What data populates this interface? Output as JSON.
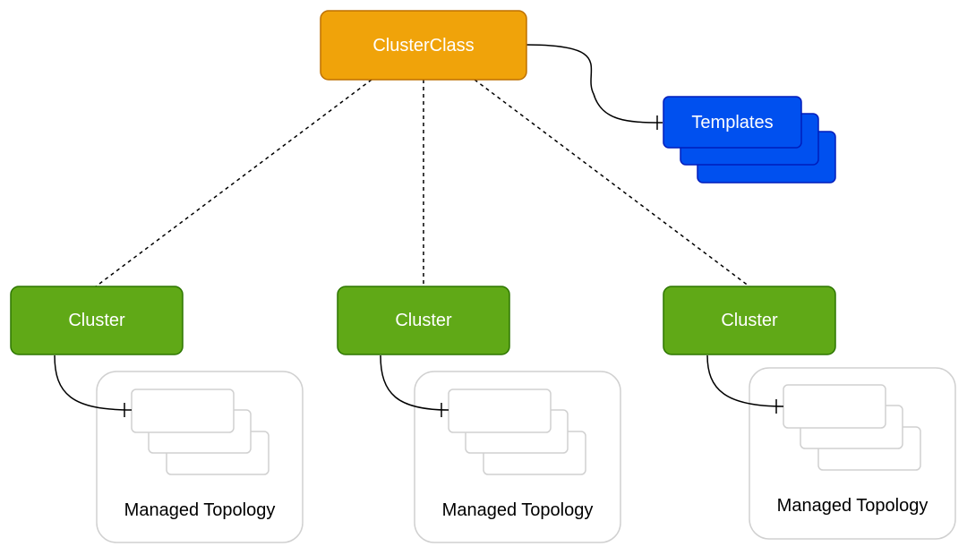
{
  "diagram": {
    "cluster_class": {
      "label": "ClusterClass",
      "fill": "#f0a30a",
      "stroke": "#bd7000"
    },
    "templates": {
      "label": "Templates",
      "fill": "#0050ef",
      "stroke": "#001dbc"
    },
    "clusters": [
      {
        "label": "Cluster",
        "topology_label": "Managed Topology"
      },
      {
        "label": "Cluster",
        "topology_label": "Managed Topology"
      },
      {
        "label": "Cluster",
        "topology_label": "Managed Topology"
      }
    ],
    "colors": {
      "cluster_fill": "#60a917",
      "cluster_stroke": "#2d7600",
      "topology_stroke": "#d0d0d0",
      "connector": "#000000"
    }
  }
}
